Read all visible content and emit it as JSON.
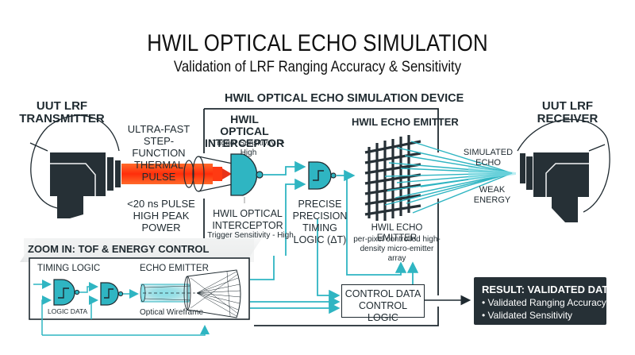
{
  "header": {
    "title": "HWIL OPTICAL ECHO SIMULATION",
    "subtitle": "Validation of LRF Ranging Accuracy & Sensitivity"
  },
  "transmitter": {
    "title_line1": "UUT LRF",
    "title_line2": "TRANSMITTER",
    "pulse_top_line1": "ULTRA-FAST",
    "pulse_top_line2": "STEP-FUNCTION",
    "pulse_top_line3": "THERMAL PULSE",
    "pulse_bottom_line1": "<20 ns PULSE",
    "pulse_bottom_line2": "HIGH PEAK POWER"
  },
  "device": {
    "title": "HWIL OPTICAL ECHO SIMULATION DEVICE",
    "interceptor": {
      "title_line1": "HWIL OPTICAL",
      "title_line2": "INTERCEPTOR",
      "subtitle": "Trigger Sensitivity -> High",
      "label_line1": "HWIL OPTICAL",
      "label_line2": "INTERCEPTOR",
      "label_sub": "Trigger Sensitivity - High"
    },
    "timing": {
      "line1": "PRECISE",
      "line2": "PRECISION",
      "line3": "TIMING",
      "line4": "LOGIC (ΔT)"
    },
    "emitter": {
      "title": "HWIL ECHO EMITTER",
      "label": "HWIL ECHO EMITTER",
      "desc_line1": "per-pixel controlled high-",
      "desc_line2": "density micro-emitter array"
    },
    "control": {
      "line1": "CONTROL DATA",
      "line2": "CONTROL LOGIC"
    }
  },
  "receiver": {
    "title_line1": "UUT LRF",
    "title_line2": "RECEIVER",
    "echo_line1": "SIMULATED",
    "echo_line2": "ECHO",
    "energy_line1": "WEAK",
    "energy_line2": "ENERGY"
  },
  "zoom_panel": {
    "title": "ZOOM IN: TOF & ENERGY CONTROL",
    "timing_logic": "TIMING LOGIC",
    "logic_data": "LOGIC DATA",
    "echo_emitter": "ECHO EMITTER",
    "optical_wireframe": "Optical Wireframe"
  },
  "result": {
    "title": "RESULT: VALIDATED DATA",
    "items": [
      "• Validated Ranging Accuracy",
      "• Validated Sensitivity"
    ]
  },
  "colors": {
    "accent": "#2fb5c2",
    "dark": "#263036",
    "pulse": "#ff4a14"
  }
}
